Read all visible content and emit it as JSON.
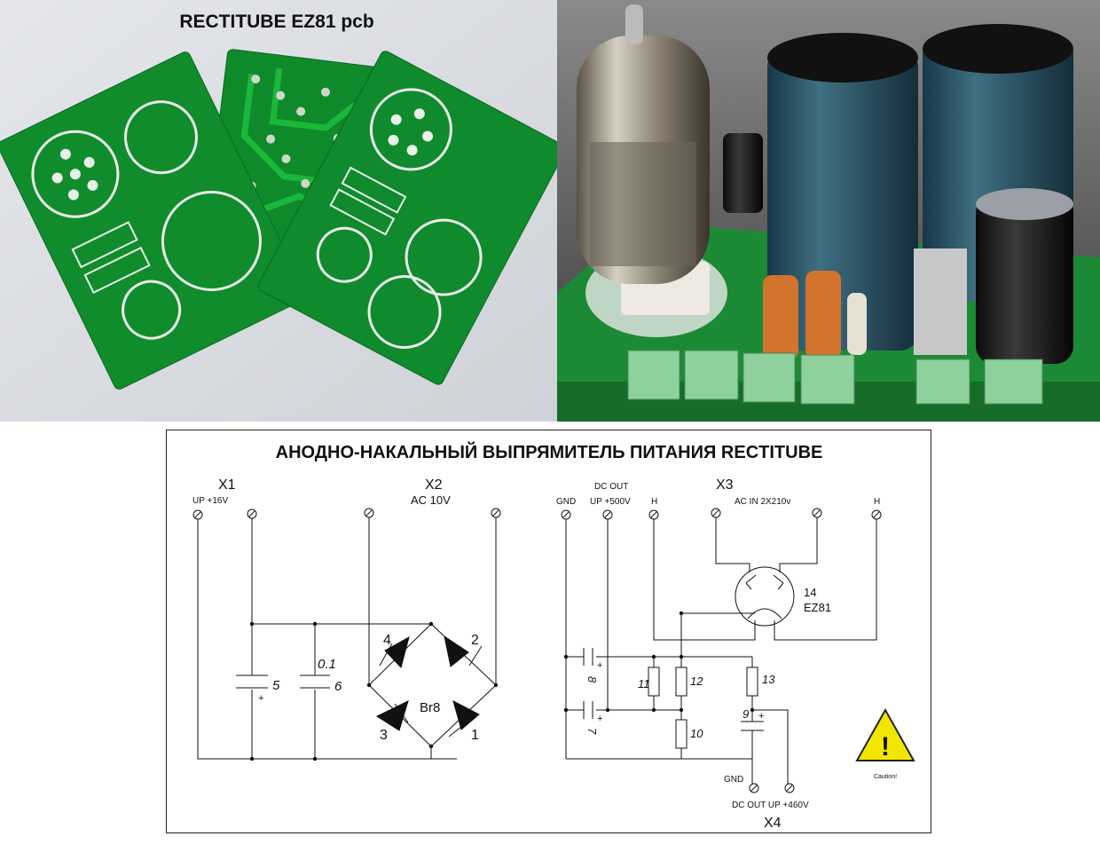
{
  "photo_left": {
    "caption": "RECTITUBE EZ81 pcb"
  },
  "schematic": {
    "title": "АНОДНО-НАКАЛЬНЫЙ ВЫПРЯМИТЕЛЬ  ПИТАНИЯ RECTITUBE",
    "x1": {
      "id": "X1",
      "pin_label": "UP +16V"
    },
    "x2": {
      "id": "X2",
      "label": "AC 10V"
    },
    "x3": {
      "id": "X3",
      "gnd": "GND",
      "dc_out": "DC OUT",
      "up": "UP +500V",
      "h_left": "H",
      "ac_in": "AC IN 2X210v",
      "h_right": "H"
    },
    "x4": {
      "id": "X4",
      "gnd": "GND",
      "label": "DC OUT UP +460V"
    },
    "components": {
      "c5": "5",
      "c6": "6",
      "c6_value": "0.1",
      "d4": "4",
      "d2": "2",
      "d3": "3",
      "d1": "1",
      "bridge": "Br8",
      "c8": "8",
      "c7": "7",
      "r11": "11",
      "r12": "12",
      "r10": "10",
      "r13": "13",
      "c9": "9",
      "tube_num": "14",
      "tube_type": "EZ81"
    },
    "caution": "Caution!",
    "plus": "+",
    "warning_glyph": "!"
  }
}
